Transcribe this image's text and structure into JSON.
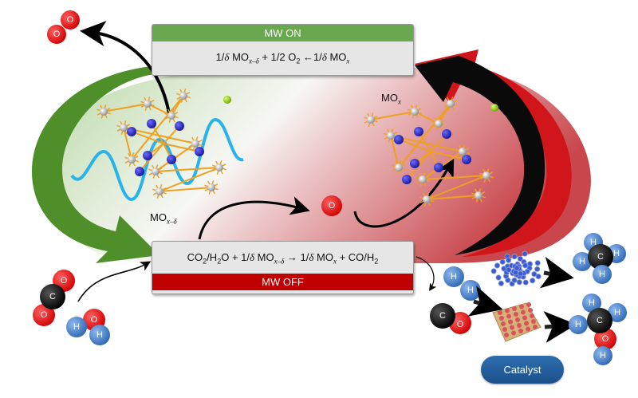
{
  "top_box": {
    "header": "MW ON",
    "header_color": "#6aa84f",
    "equation_parts": [
      "1/",
      "δ",
      " MO",
      "x–δ",
      " + 1/2 O",
      "2",
      " ←1/",
      "δ",
      " MO",
      "x"
    ]
  },
  "bottom_box": {
    "header": "MW OFF",
    "header_color": "#c00000",
    "equation_parts": [
      "CO",
      "2",
      "/H",
      "2",
      "O + 1/",
      "δ",
      " MO",
      "x–δ",
      " → 1/",
      "δ",
      " MO",
      "x",
      " + CO/H",
      "2"
    ]
  },
  "labels": {
    "reduced_oxide": {
      "main": "MO",
      "sub": "x–δ"
    },
    "oxidized_oxide": {
      "main": "MO",
      "sub": "x"
    }
  },
  "atoms": {
    "oxygen": "O",
    "carbon": "C",
    "hydrogen": "H"
  },
  "colors": {
    "green_arrow": "#4e8f2a",
    "red_arrow": "#d0161a",
    "oxygen": "#e8000a",
    "carbon": "#0a0a0a",
    "hydrogen": "#3f7fcc",
    "microwave": "#29b3ea"
  },
  "catalyst": {
    "label": "Catalyst"
  }
}
